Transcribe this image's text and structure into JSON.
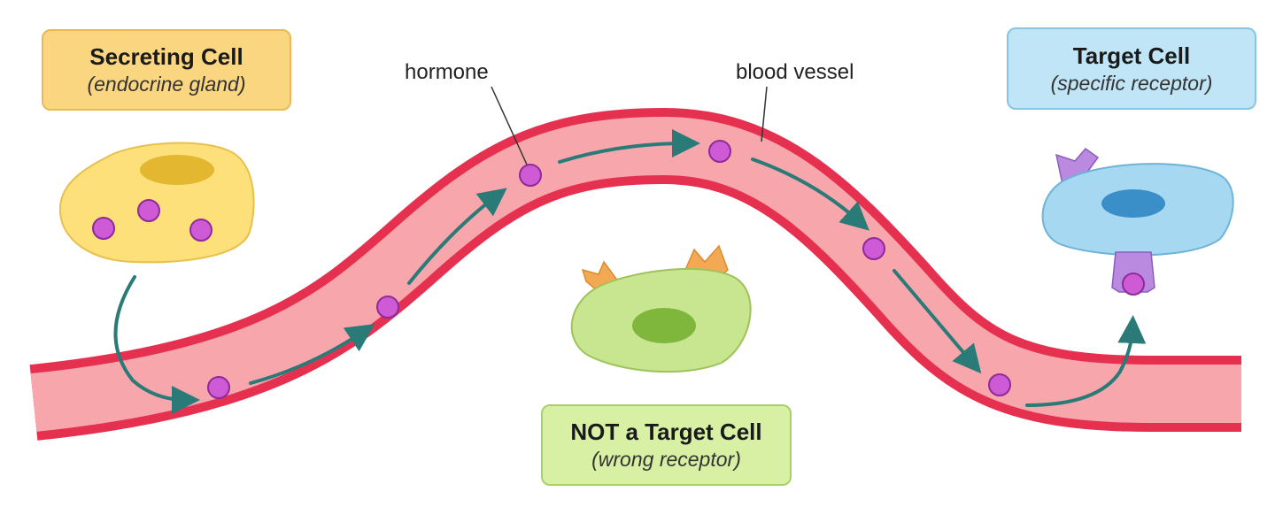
{
  "labels": {
    "secreting": {
      "title": "Secreting Cell",
      "subtitle": "(endocrine gland)"
    },
    "target": {
      "title": "Target Cell",
      "subtitle": "(specific receptor)"
    },
    "not_target": {
      "title_bold": "NOT",
      "title_rest": " a Target Cell",
      "subtitle": "(wrong receptor)"
    }
  },
  "callouts": {
    "hormone": "hormone",
    "blood_vessel": "blood vessel"
  },
  "colors": {
    "vessel_wall": "#e63050",
    "vessel_lumen": "#f7a6ac",
    "hormone": "#cf5ad6",
    "arrow": "#2a7a78",
    "secreting_cell": "#fde07a",
    "target_cell": "#a6d8f2",
    "nontarget_cell": "#c8e58f",
    "target_receptor": "#b98ae0",
    "nontarget_receptor": "#f3a953"
  }
}
